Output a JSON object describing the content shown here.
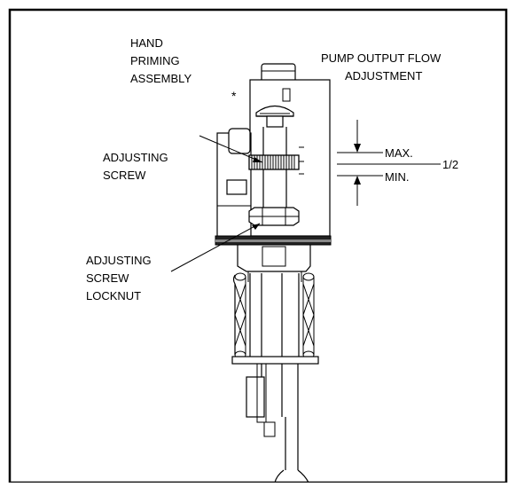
{
  "labels": {
    "hand_priming_line1": "HAND",
    "hand_priming_line2": "PRIMING",
    "hand_priming_line3": "ASSEMBLY",
    "asterisk": "*",
    "adjusting_screw_line1": "ADJUSTING",
    "adjusting_screw_line2": "SCREW",
    "locknut_line1": "ADJUSTING",
    "locknut_line2": "SCREW",
    "locknut_line3": "LOCKNUT",
    "flow_adjust_line1": "PUMP OUTPUT FLOW",
    "flow_adjust_line2": "ADJUSTMENT",
    "max": "MAX.",
    "min": "MIN.",
    "half": "1/2"
  }
}
